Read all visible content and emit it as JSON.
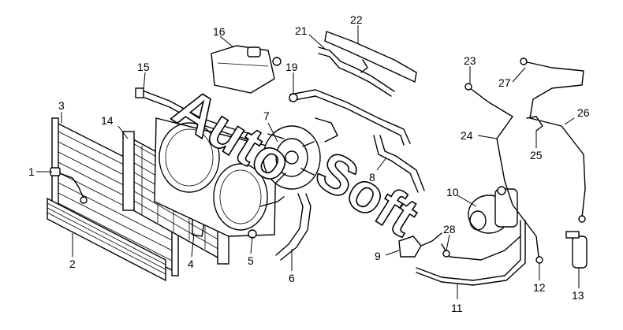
{
  "watermark": {
    "word1": "Auto",
    "word2": "Soft"
  },
  "callouts": [
    {
      "id": "1",
      "text": "1"
    },
    {
      "id": "2",
      "text": "2"
    },
    {
      "id": "3",
      "text": "3"
    },
    {
      "id": "4",
      "text": "4"
    },
    {
      "id": "5",
      "text": "5"
    },
    {
      "id": "6",
      "text": "6"
    },
    {
      "id": "7",
      "text": "7"
    },
    {
      "id": "8",
      "text": "8"
    },
    {
      "id": "9",
      "text": "9"
    },
    {
      "id": "10",
      "text": "10"
    },
    {
      "id": "11",
      "text": "11"
    },
    {
      "id": "12",
      "text": "12"
    },
    {
      "id": "13",
      "text": "13"
    },
    {
      "id": "14",
      "text": "14"
    },
    {
      "id": "15",
      "text": "15"
    },
    {
      "id": "16",
      "text": "16"
    },
    {
      "id": "19",
      "text": "19"
    },
    {
      "id": "21",
      "text": "21"
    },
    {
      "id": "22",
      "text": "22"
    },
    {
      "id": "23",
      "text": "23"
    },
    {
      "id": "24",
      "text": "24"
    },
    {
      "id": "25",
      "text": "25"
    },
    {
      "id": "26",
      "text": "26"
    },
    {
      "id": "27",
      "text": "27"
    },
    {
      "id": "28",
      "text": "28"
    }
  ]
}
